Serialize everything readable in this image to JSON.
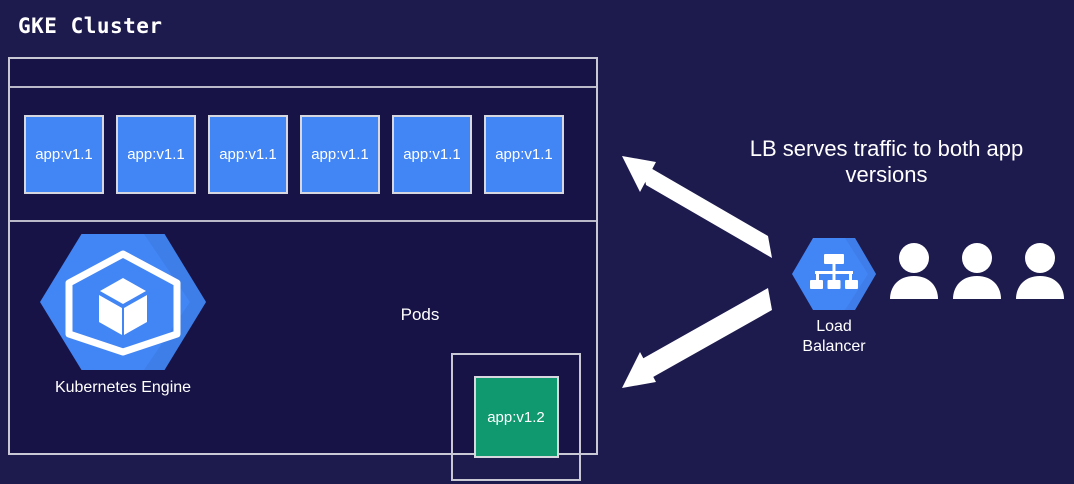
{
  "title": "GKE Cluster",
  "colors": {
    "page_background": "#1d1a4e",
    "cluster_background": "#171346",
    "border": "#c9c9d6",
    "pod_v1_1": "#4285f4",
    "pod_v1_2": "#10996e",
    "icon_hex": "#4285f4",
    "text": "#ffffff",
    "arrow": "#ffffff"
  },
  "cluster": {
    "pods_caption": "Pods",
    "stable_pods": [
      {
        "label": "app:v1.1"
      },
      {
        "label": "app:v1.1"
      },
      {
        "label": "app:v1.1"
      },
      {
        "label": "app:v1.1"
      },
      {
        "label": "app:v1.1"
      },
      {
        "label": "app:v1.1"
      }
    ],
    "canary_pod": {
      "label": "app:v1.2"
    },
    "engine": {
      "icon": "kubernetes-engine-icon",
      "label": "Kubernetes Engine"
    }
  },
  "right": {
    "caption": "LB serves traffic to both app versions",
    "load_balancer": {
      "icon": "load-balancer-icon",
      "label_line_1": "Load",
      "label_line_2": "Balancer"
    },
    "users": [
      {
        "icon": "user-icon"
      },
      {
        "icon": "user-icon"
      },
      {
        "icon": "user-icon"
      }
    ],
    "arrows": [
      {
        "name": "arrow-to-stable-pods",
        "direction": "up-left"
      },
      {
        "name": "arrow-to-canary-pod",
        "direction": "down-left"
      }
    ]
  }
}
